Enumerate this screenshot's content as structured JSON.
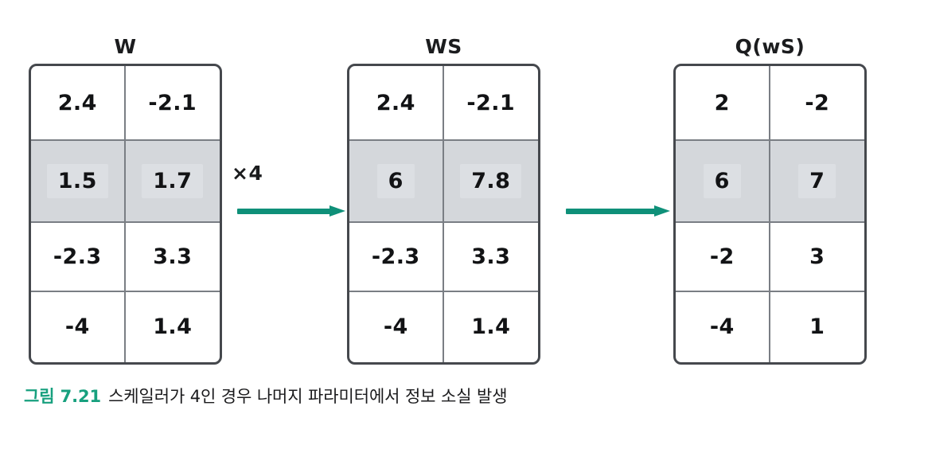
{
  "figure": {
    "caption_label": "그림 7.21",
    "caption_text": "스케일러가 4인 경우 나머지 파라미터에서 정보 소실 발생",
    "caption_label_color": "#17a07e"
  },
  "colors": {
    "arrow_green": "#0f9079",
    "shaded_row": "#d4d7db",
    "border_outer": "#45484d",
    "border_inner": "#7a7e84",
    "text": "#121315"
  },
  "matrices": [
    {
      "id": "w",
      "title": "W",
      "rows": [
        {
          "shaded": false,
          "cells": [
            "2.4",
            "-2.1"
          ]
        },
        {
          "shaded": true,
          "cells": [
            "1.5",
            "1.7"
          ]
        },
        {
          "shaded": false,
          "cells": [
            "-2.3",
            "3.3"
          ]
        },
        {
          "shaded": false,
          "cells": [
            "-4",
            "1.4"
          ]
        }
      ]
    },
    {
      "id": "ws",
      "title": "WS",
      "rows": [
        {
          "shaded": false,
          "cells": [
            "2.4",
            "-2.1"
          ]
        },
        {
          "shaded": true,
          "cells": [
            "6",
            "7.8"
          ]
        },
        {
          "shaded": false,
          "cells": [
            "-2.3",
            "3.3"
          ]
        },
        {
          "shaded": false,
          "cells": [
            "-4",
            "1.4"
          ]
        }
      ]
    },
    {
      "id": "qws",
      "title": "Q(wS)",
      "rows": [
        {
          "shaded": false,
          "cells": [
            "2",
            "-2"
          ]
        },
        {
          "shaded": true,
          "cells": [
            "6",
            "7"
          ]
        },
        {
          "shaded": false,
          "cells": [
            "-2",
            "3"
          ]
        },
        {
          "shaded": false,
          "cells": [
            "-4",
            "1"
          ]
        }
      ]
    }
  ],
  "operations": {
    "scale_label": "×4"
  }
}
